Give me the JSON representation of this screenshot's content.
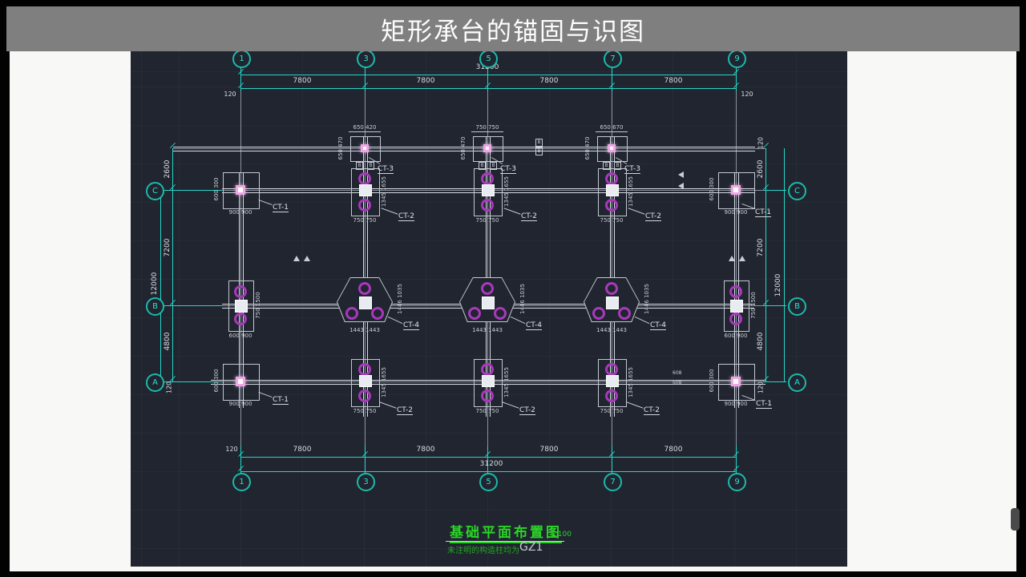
{
  "window": {
    "title": "矩形承台的锚固与识图"
  },
  "drawing": {
    "grid": {
      "cols": [
        "1",
        "3",
        "5",
        "7",
        "9"
      ],
      "rows": [
        "C",
        "B",
        "A"
      ]
    },
    "dims": {
      "top": {
        "overall": "31200",
        "segments": [
          "7800",
          "7800",
          "7800",
          "7800"
        ],
        "offset_left": "120",
        "offset_right": "120"
      },
      "bottom": {
        "overall": "31200",
        "segments": [
          "7800",
          "7800",
          "7800",
          "7800"
        ],
        "offset_left": "120"
      },
      "left": {
        "overall": "12000",
        "segments": [
          "2600",
          "7200",
          "4800"
        ],
        "offset_bottom": "120"
      },
      "right": {
        "overall": "12000",
        "segments": [
          "2600",
          "7200",
          "4800"
        ],
        "offset_top": "120",
        "offset_bottom": "120"
      }
    },
    "caps": {
      "ct1": {
        "label": "CT-1",
        "bottom_dims": "900 900",
        "side_dims": "600 300"
      },
      "ct2": {
        "label": "CT-2",
        "bottom_dims": "750 750",
        "side_dims": "1345 1655"
      },
      "ct3": {
        "label": "CT-3",
        "top_dims_a": "650 420",
        "top_dims_b": "750 750",
        "top_dims_c": "650 670",
        "side_dims": "650 470"
      },
      "ct4": {
        "label": "CT-4",
        "bottom_dims": "1443 1443",
        "side_dims": "1446 1035"
      },
      "side_cap": {
        "bottom_dims": "600 900",
        "side_dims": "750 1500"
      }
    },
    "marks": {
      "section": "B",
      "beam_code": "608"
    },
    "titleblock": {
      "title": "基础平面布置图",
      "scale": "1:100",
      "note_prefix": "未注明的构造柱均为",
      "note_code": "GZ1"
    },
    "colors": {
      "cyan": "#25d6c8",
      "green": "#2bd428",
      "magenta": "#a838bc",
      "pink": "#f0a6e6",
      "line": "#c2c7d1",
      "bg": "#20252f"
    }
  }
}
